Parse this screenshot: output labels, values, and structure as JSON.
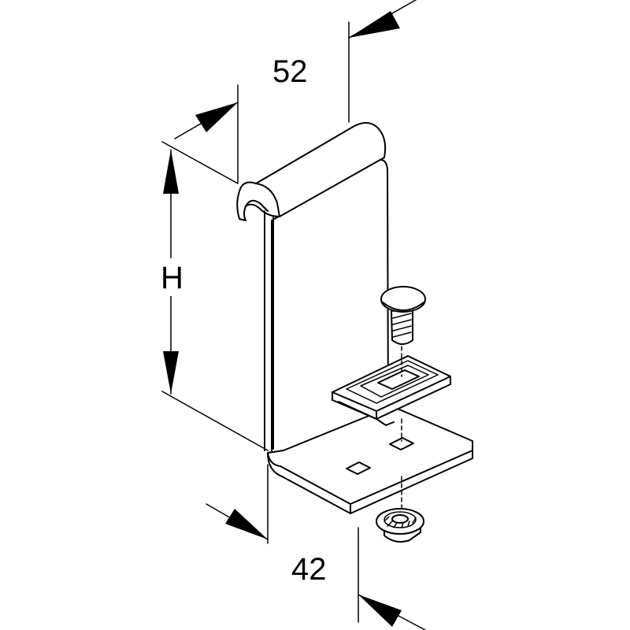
{
  "dimensions": {
    "width_top": "52",
    "height": "H",
    "width_bottom": "42"
  }
}
